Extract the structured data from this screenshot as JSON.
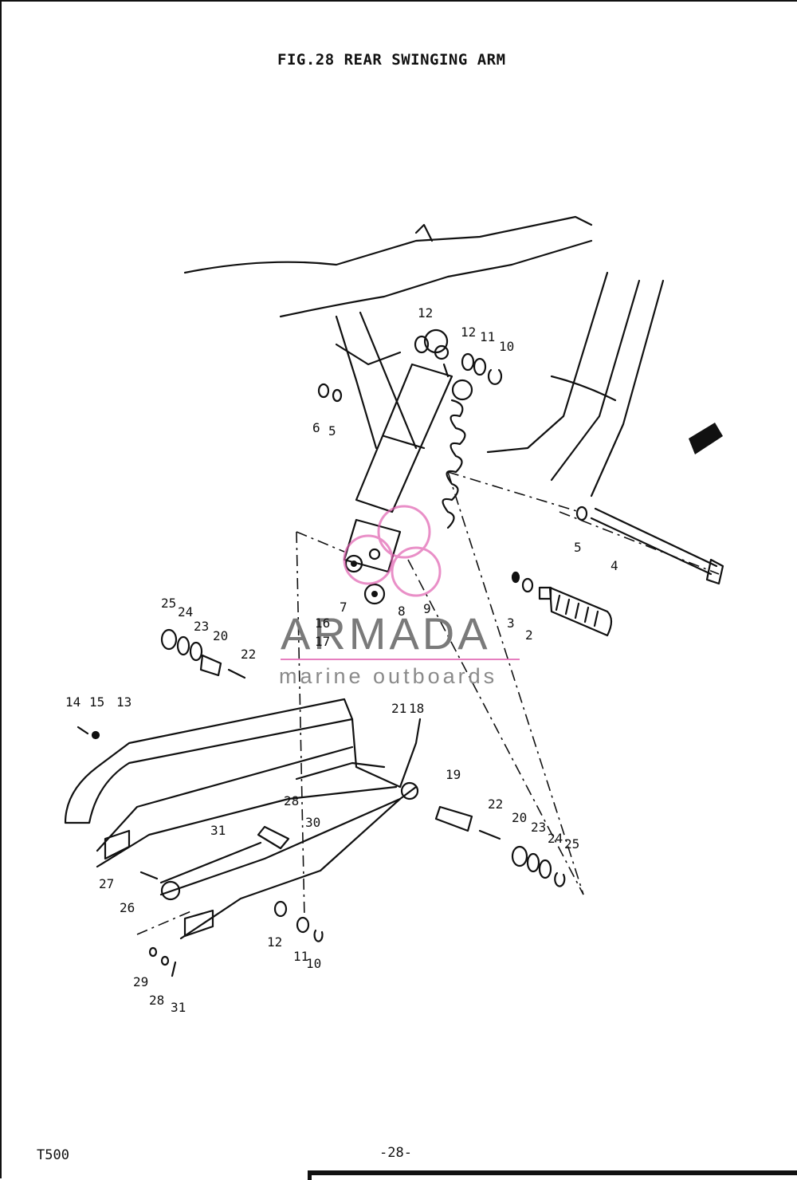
{
  "header": {
    "title": "FIG.28  REAR SWINGING ARM"
  },
  "footer": {
    "model": "T500",
    "page": "-28-"
  },
  "watermark": {
    "brand": "ARMADA",
    "tagline": "marine outboards",
    "accent_color": "#e060b0"
  },
  "callouts": [
    "12",
    "12",
    "11",
    "10",
    "6",
    "5",
    "5",
    "4",
    "7",
    "8",
    "9",
    "3",
    "2",
    "25",
    "24",
    "23",
    "20",
    "22",
    "16",
    "17",
    "14",
    "15",
    "13",
    "21",
    "18",
    "28",
    "30",
    "31",
    "19",
    "22",
    "20",
    "23",
    "24",
    "25",
    "27",
    "26",
    "12",
    "11",
    "10",
    "29",
    "28",
    "31"
  ]
}
